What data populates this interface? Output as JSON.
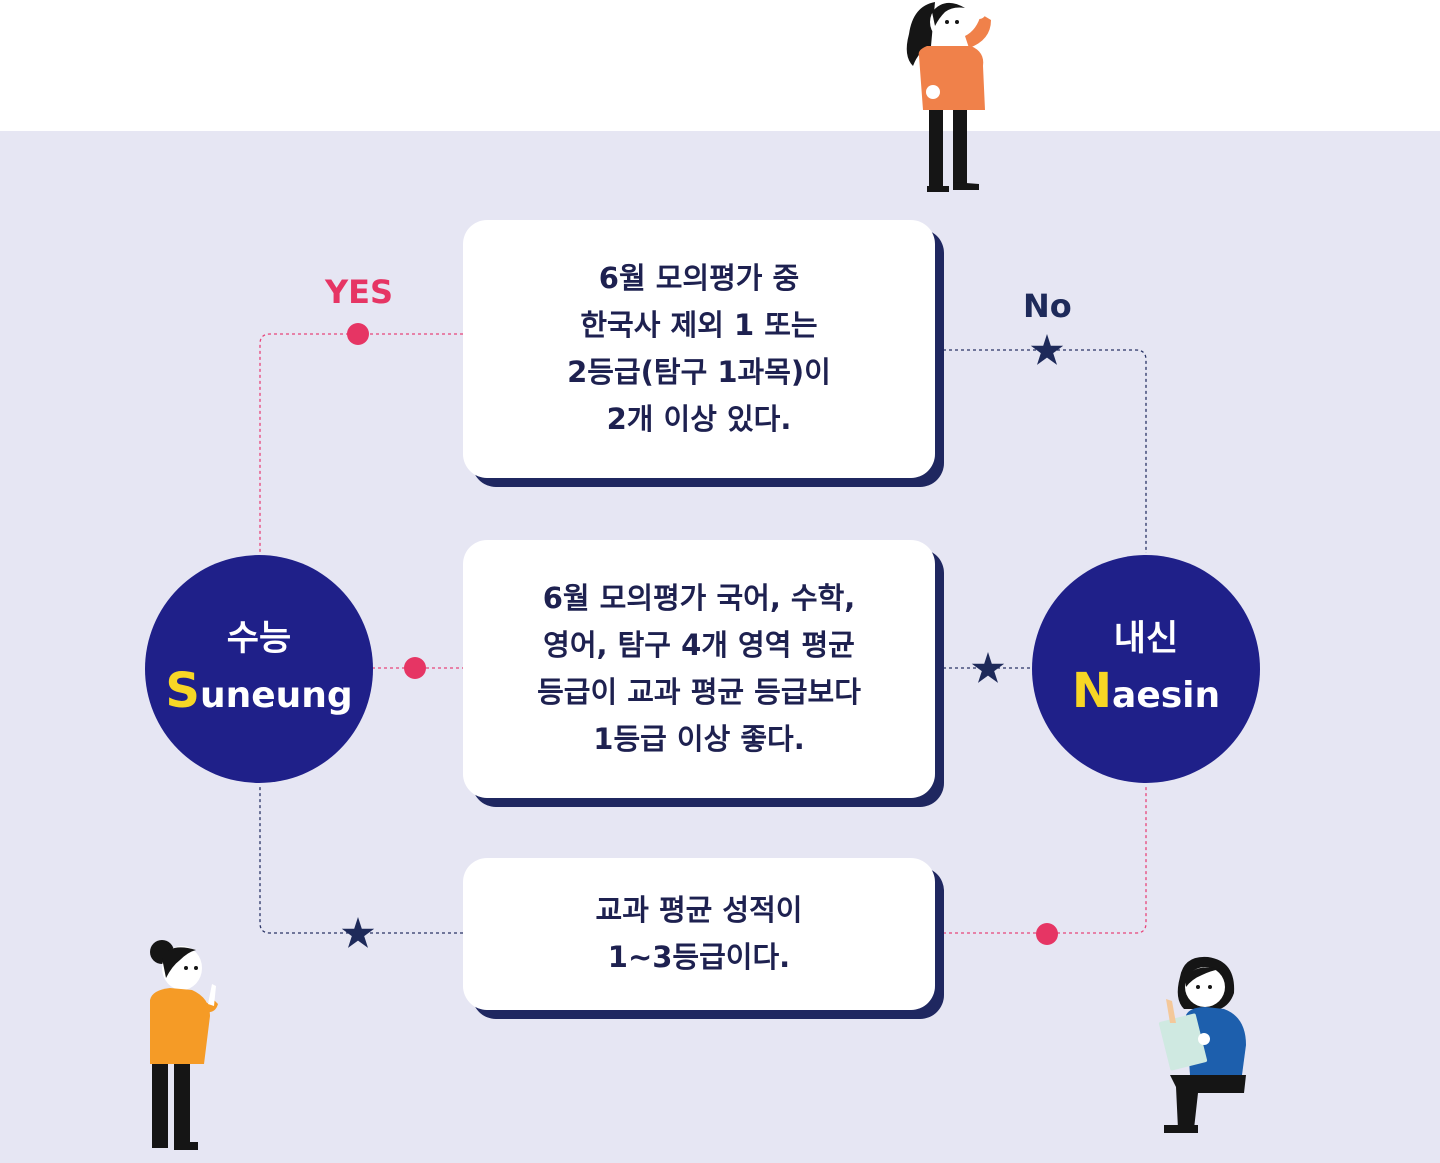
{
  "colors": {
    "background": "#e6e6f3",
    "circle": "#1f2089",
    "accent_yellow": "#f7d625",
    "yes_pink": "#e63564",
    "no_navy": "#1e2a5a",
    "box_shadow": "#1f2760"
  },
  "labels": {
    "yes": "YES",
    "no": "No"
  },
  "suneung": {
    "korean": "수능",
    "initial": "S",
    "rest": "uneung"
  },
  "naesin": {
    "korean": "내신",
    "initial": "N",
    "rest": "aesin"
  },
  "questions": [
    {
      "text": "6월 모의평가 중\n한국사 제외 1 또는\n2등급(탐구 1과목)이\n2개 이상 있다."
    },
    {
      "text": "6월 모의평가 국어, 수학,\n영어, 탐구 4개 영역 평균\n등급이 교과 평균 등급보다\n1등급 이상 좋다."
    },
    {
      "text": "교과 평균 성적이\n1~3등급이다."
    }
  ],
  "icons": {
    "yes_marker": "pink-dot-icon",
    "no_marker": "navy-star-icon"
  }
}
